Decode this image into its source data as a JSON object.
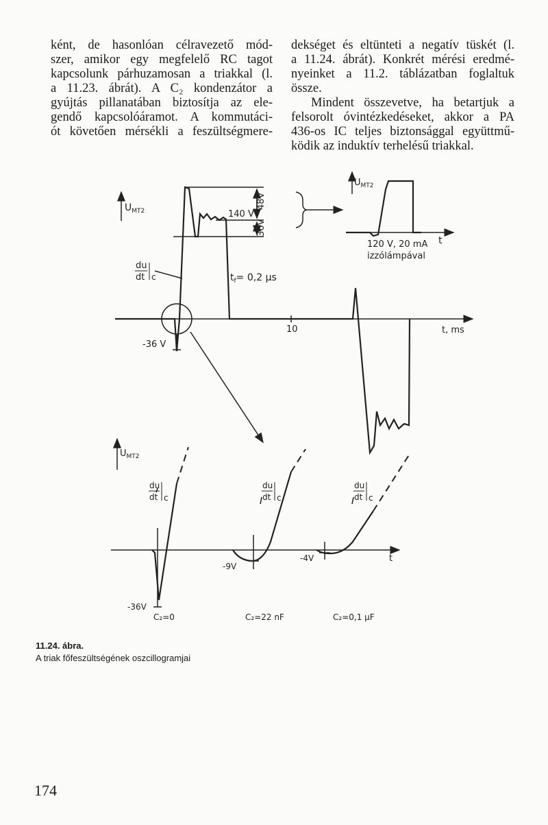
{
  "left_column": [
    "ként, de hasonlóan célravezető mód-",
    "szer, amikor egy megfelelő RC tagot",
    "kapcsolunk párhuzamosan a triakkal (l.",
    "a 11.23. ábrát). A C₂ kondenzátor a",
    "gyújtás pillanatában biztosítja az ele-",
    "gendő kapcsolóáramot. A kommutáci-",
    "ót követően mérsékli a feszültségmere-"
  ],
  "right_column": [
    "dekséget és eltünteti a negatív tüskét (l.",
    "a 11.24. ábrát). Konkrét mérési eredmé-",
    "nyeinket a 11.2. táblázatban foglaltuk",
    "össze.",
    "  Mindent összevetve, ha betartjuk a",
    "felsorolt óvintézkedéseket, akkor a PA",
    "436-os IC teljes biztonsággal együttmű-",
    "ködik az induktív terhelésű triakkal."
  ],
  "figure": {
    "top": {
      "y_label": "U",
      "y_label_sub": "MT2",
      "v48": "48V",
      "v140": "140 V",
      "v36": "36V",
      "dudt_num": "du",
      "dudt_den": "dt",
      "dudt_sub": "c",
      "tf": "t",
      "tf_sub": "f",
      "tf_val": "= 0,2 μs",
      "neg36": "-36 V",
      "tick10": "10",
      "x_label": "t, ms"
    },
    "inset": {
      "y_label": "U",
      "y_label_sub": "MT2",
      "x_label": "t",
      "note1": "120 V,  20 mA",
      "note2": "izzólámpával"
    },
    "bottom": {
      "y_label": "U",
      "y_label_sub": "MT2",
      "dudt_num": "du",
      "dudt_den": "dt",
      "dudt_sub": "c",
      "neg36": "-36V",
      "neg9": "-9V",
      "neg4": "-4V",
      "x_label": "t",
      "c1": "C₂=0",
      "c2": "C₂=22 nF",
      "c3": "C₂=0,1 μF"
    }
  },
  "caption": {
    "number": "11.24. ábra.",
    "text": "A triak főfeszültségének oszcillogramjai"
  },
  "page_number": "174"
}
